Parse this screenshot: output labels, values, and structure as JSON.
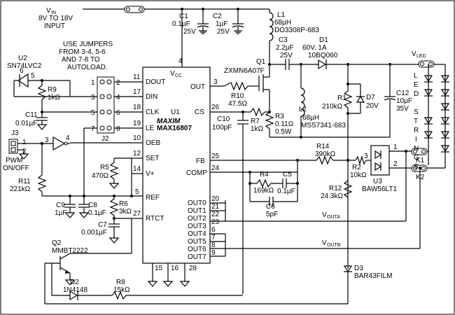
{
  "vin": {
    "label_v": "V",
    "label_sub": "IN",
    "range": "8V TO 18V",
    "input": "INPUT"
  },
  "c1": {
    "ref": "C1",
    "value": "0.1µF",
    "voltage": "25V"
  },
  "c2": {
    "ref": "C2",
    "value": "1µF",
    "voltage": "25V"
  },
  "l1": {
    "ref": "L1",
    "value": "68µH",
    "part": "DO3308P-683"
  },
  "c3": {
    "ref": "C3",
    "value": "2.2µF",
    "voltage": "25V"
  },
  "d1": {
    "ref": "D1",
    "rating": "60V, 1A",
    "part": "10BQ060"
  },
  "vled": {
    "label_v": "V",
    "label_sub": "LED"
  },
  "led_strings": [
    "L",
    "E",
    "D",
    "",
    "S",
    "T",
    "R",
    "I",
    "N",
    "G",
    "S"
  ],
  "jumper_note": [
    "USE JUMPERS",
    "FROM 3-4, 5-6",
    "AND 7-8 TO",
    "AUTOLOAD."
  ],
  "u2": {
    "ref": "U2",
    "part": "SN74LVC2"
  },
  "r9": {
    "ref": "R9",
    "value": "1kΩ"
  },
  "c11": {
    "ref": "C11",
    "value": "0.01µF"
  },
  "j3": {
    "ref": "J3",
    "label": "PWM",
    "label2": "ON/OFF"
  },
  "j2": {
    "ref": "J2"
  },
  "r11": {
    "ref": "R11",
    "value": "221kΩ"
  },
  "u1": {
    "ref": "U1",
    "part": "MAX16807",
    "vcc": "V",
    "vcc_sub": "CC",
    "pins_left": [
      "DOUT",
      "DIN",
      "CLK",
      "LE",
      "OEB",
      "SET",
      "V+",
      "REF",
      "RTCT"
    ],
    "pins_right": [
      "OUT",
      "CS",
      "FB",
      "COMP",
      "OUT0",
      "OUT1",
      "OUT2",
      "OUT3",
      "OUT4",
      "OUT5",
      "OUT6",
      "OUT7"
    ]
  },
  "pin_numbers": {
    "vcc": "4",
    "out": "3",
    "cs": "26",
    "fb": "25",
    "comp": "24",
    "dout": "11",
    "din": "17",
    "clk": "18",
    "le": "19",
    "oeb": "10",
    "set": "12",
    "vplus": "14",
    "ref": "5",
    "rtct": "27",
    "out0": "20",
    "out1": "21",
    "out2": "22",
    "out3": "23",
    "out4": "6",
    "out5": "7",
    "out6": "8",
    "out7": "9",
    "gnd1": "15",
    "gnd2": "16",
    "gnd3": "28"
  },
  "j2_pins": [
    "1",
    "2",
    "3",
    "4",
    "5",
    "6",
    "7",
    "8"
  ],
  "q1": {
    "ref": "Q1",
    "part": "ZXMN6A07F"
  },
  "r10": {
    "ref": "R10",
    "value": "47.5Ω"
  },
  "r7": {
    "ref": "R7",
    "value": "1kΩ"
  },
  "r3": {
    "ref": "R3",
    "value": "0.11Ω",
    "power": "0.5W"
  },
  "c10": {
    "ref": "C10",
    "value": "100pF"
  },
  "l2": {
    "ref": "L2",
    "value": "68µH",
    "part": "MSS7341-683"
  },
  "r1": {
    "ref": "R1",
    "value": "210kΩ"
  },
  "d7": {
    "ref": "D7",
    "value": "20V"
  },
  "c12": {
    "ref": "C12",
    "value": "10µF",
    "voltage": "35V"
  },
  "r5": {
    "ref": "R5",
    "value": "470Ω"
  },
  "r14": {
    "ref": "R14",
    "value": "390kΩ"
  },
  "r2": {
    "ref": "R2",
    "value": "10kΩ"
  },
  "u3": {
    "ref": "U3",
    "part": "BAW56LT1"
  },
  "k1": {
    "ref": "K1"
  },
  "k2": {
    "ref": "K2"
  },
  "u3_pins": [
    "1",
    "2",
    "3"
  ],
  "r4": {
    "ref": "R4",
    "value": "169kΩ"
  },
  "c5": {
    "ref": "C5",
    "value": "0.1µF"
  },
  "c6": {
    "ref": "C6",
    "value": "5pF"
  },
  "r12": {
    "ref": "R12",
    "value": "24.3kΩ"
  },
  "c9": {
    "ref": "C9",
    "value": "1µF"
  },
  "c8": {
    "ref": "C8",
    "value": "0.1µF"
  },
  "r6": {
    "ref": "R6",
    "value": "3kΩ"
  },
  "c7": {
    "ref": "C7",
    "value": "0.001µF"
  },
  "q2": {
    "ref": "Q2",
    "part": "MMBT2222"
  },
  "d2": {
    "ref": "D2",
    "part": "1N4148"
  },
  "r8": {
    "ref": "R8",
    "value": "15kΩ"
  },
  "d3": {
    "ref": "D3",
    "part": "BAR43FILM"
  },
  "vouta": {
    "label_v": "V",
    "label_sub": "OUTA"
  },
  "voutb": {
    "label_v": "V",
    "label_sub": "OUTB"
  },
  "u2_pins": [
    "1",
    "2",
    "3",
    "4",
    "5",
    "6"
  ],
  "maxim_logo": "MAXIM"
}
